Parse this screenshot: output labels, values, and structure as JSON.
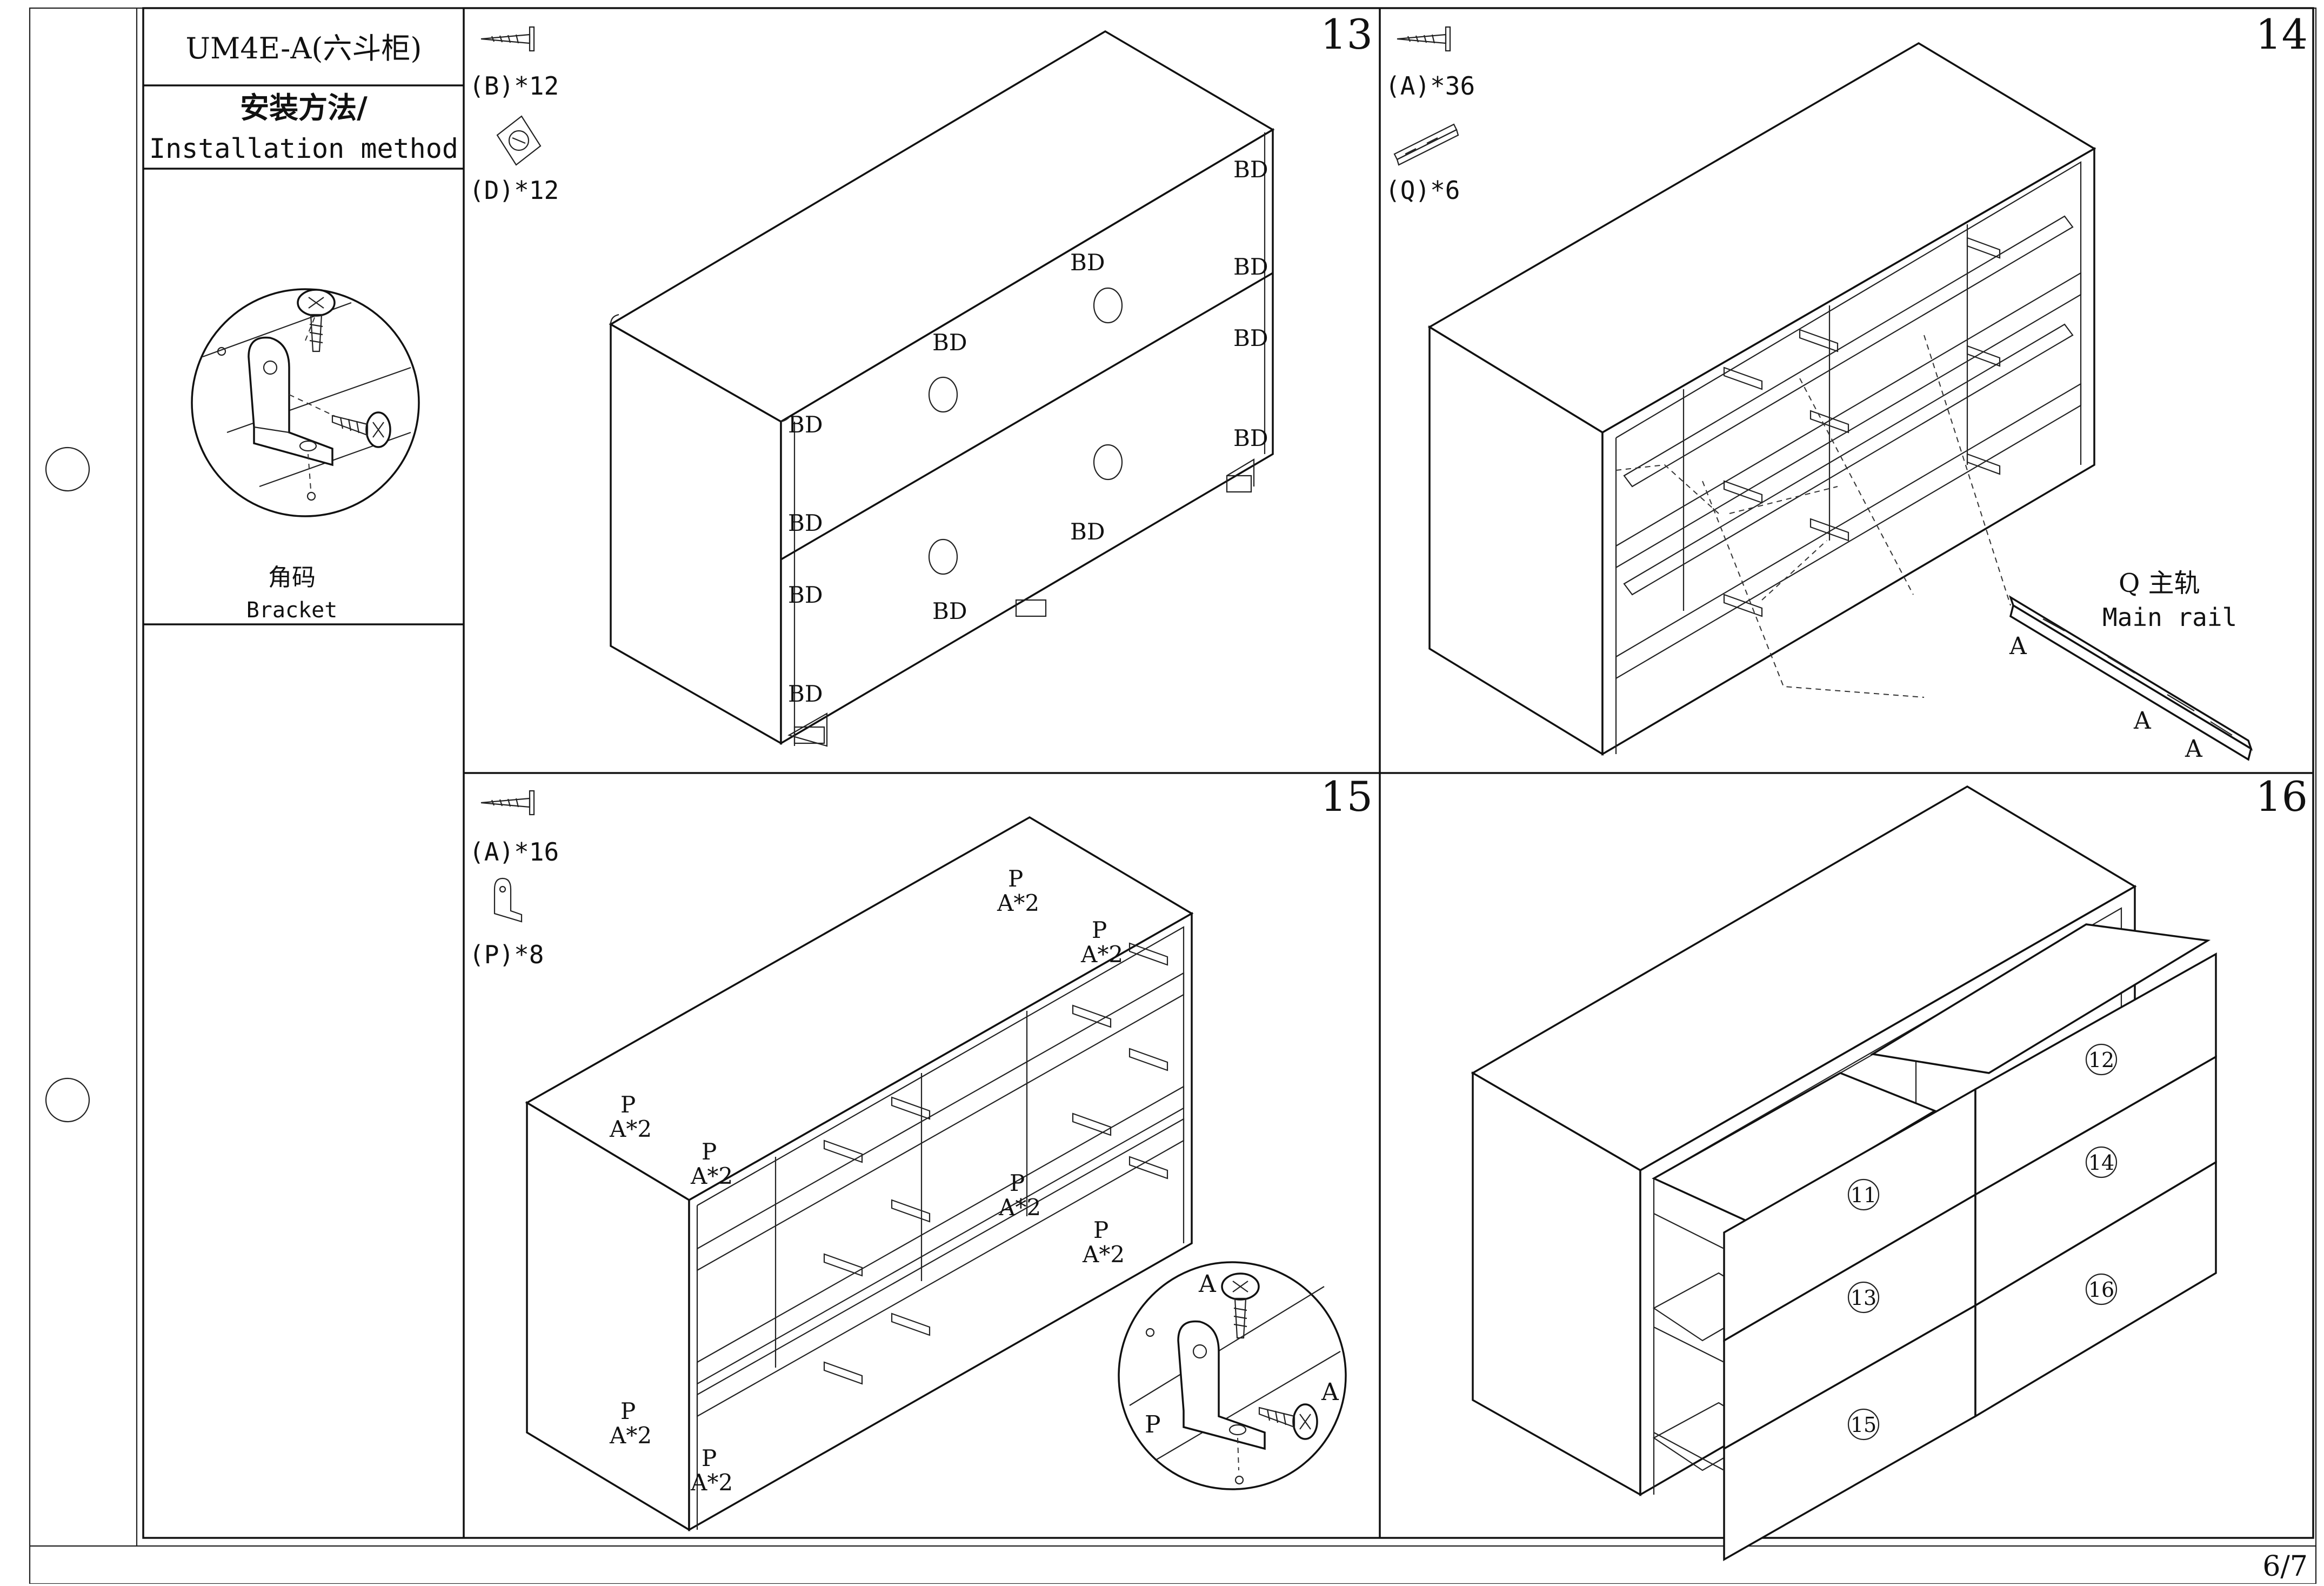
{
  "sidebar": {
    "model": "UM4E-A(六斗柜)",
    "method_cn": "安装方法/",
    "method_en": "Installation method",
    "bracket_cn": "角码",
    "bracket_en": "Bracket"
  },
  "step13": {
    "number": "13",
    "parts": [
      {
        "label": "(B)*12",
        "icon": "screw-icon"
      },
      {
        "label": "(D)*12",
        "icon": "cam-fitting-icon"
      }
    ],
    "callout": "BD"
  },
  "step14": {
    "number": "14",
    "parts": [
      {
        "label": "(A)*36",
        "icon": "screw-icon"
      },
      {
        "label": "(Q)*6",
        "icon": "rail-icon"
      }
    ],
    "rail_label_cn": "Q 主轨",
    "rail_label_en": "Main rail",
    "screw_callout": "A"
  },
  "step15": {
    "number": "15",
    "parts": [
      {
        "label": "(A)*16",
        "icon": "screw-icon"
      },
      {
        "label": "(P)*8",
        "icon": "bracket-icon"
      }
    ],
    "bracket_callout": "P",
    "screw_callout": "A*2",
    "detail_a": "A",
    "detail_p": "P"
  },
  "step16": {
    "number": "16",
    "drawers": [
      "11",
      "12",
      "13",
      "14",
      "15",
      "16"
    ]
  },
  "footer": {
    "page": "6/7"
  }
}
